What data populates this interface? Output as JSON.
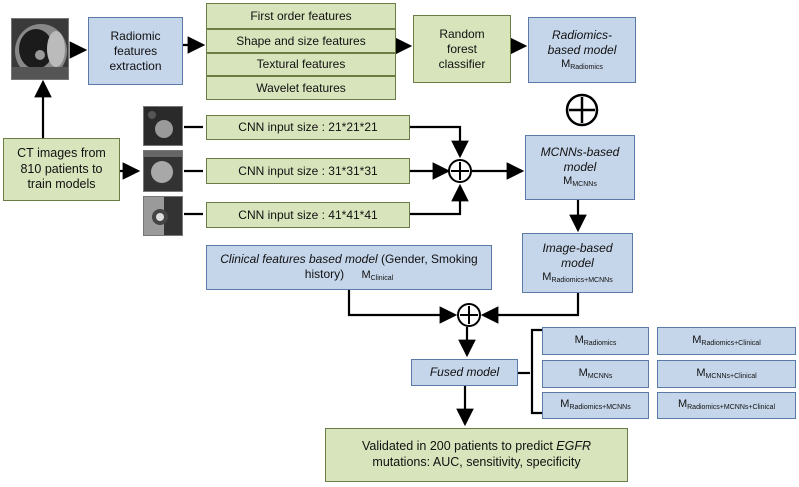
{
  "ct_input": {
    "text": "CT images from 810 patients to train models"
  },
  "radiomic_extraction": {
    "text": "Radiomic features extraction"
  },
  "feature_types": [
    "First order features",
    "Shape and size features",
    "Textural features",
    "Wavelet features"
  ],
  "random_forest": {
    "text": "Random forest classifier"
  },
  "radiomics_model": {
    "title": "Radiomics-based model",
    "symbol": "M",
    "subscript": "Radiomics"
  },
  "cnn_inputs": [
    "CNN input size : 21*21*21",
    "CNN input size : 31*31*31",
    "CNN input size : 41*41*41"
  ],
  "mcnns_model": {
    "title": "MCNNs-based model",
    "symbol": "M",
    "subscript": "MCNNs"
  },
  "image_model": {
    "title": "Image-based model",
    "symbol": "M",
    "subscript": "Radiomics+MCNNs"
  },
  "clinical_model": {
    "title_italic": "Clinical features based model",
    "title_rest": "(Gender, Smoking history)",
    "symbol": "M",
    "subscript": "Clinical"
  },
  "fused_model": {
    "text": "Fused model"
  },
  "fused_variants": [
    {
      "symbol": "M",
      "subscript": "Radiomics"
    },
    {
      "symbol": "M",
      "subscript": "Radiomics+Clinical"
    },
    {
      "symbol": "M",
      "subscript": "MCNNs"
    },
    {
      "symbol": "M",
      "subscript": "MCNNs+Clinical"
    },
    {
      "symbol": "M",
      "subscript": "Radiomics+MCNNs"
    },
    {
      "symbol": "M",
      "subscript": "Radiomics+MCNNs+Clinical"
    }
  ],
  "validation": {
    "line1_pre": "Validated in 200 patients to predict ",
    "line1_italic": "EGFR",
    "line2": "mutations: AUC, sensitivity, specificity"
  },
  "colors": {
    "green": "#d8e4bc",
    "blue": "#c5d5ea"
  },
  "icons": [
    "plus-circle-icon",
    "ct-scan-thumbnail",
    "nodule-patch-thumbnail"
  ]
}
